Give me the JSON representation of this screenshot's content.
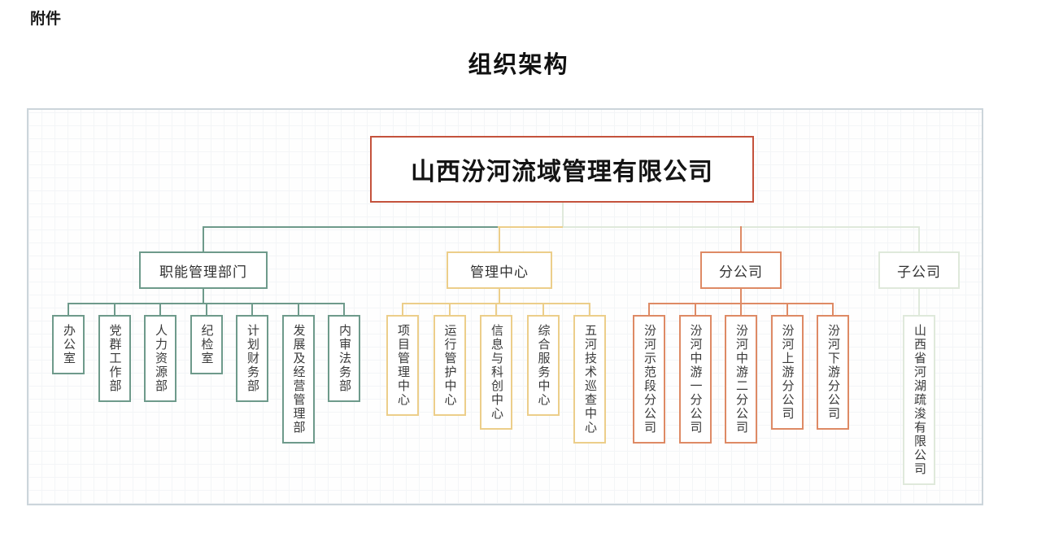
{
  "page": {
    "attachment_label": "附件",
    "title": "组织架构"
  },
  "colors": {
    "root_border": "#C4523C",
    "functional_green": "#6E9A8B",
    "center_yellow": "#ECCE8A",
    "branch_salmon": "#DE8A65",
    "subsidiary_pale_green": "#DFE9DB",
    "canvas_border": "#CCD5DB",
    "text": "#333333"
  },
  "org": {
    "root": {
      "label": "山西汾河流域管理有限公司",
      "color": "#C4523C"
    },
    "branches": [
      {
        "id": "functional-departments",
        "label": "职能管理部门",
        "color": "#6E9A8B",
        "children": [
          "办公室",
          "党群工作部",
          "人力资源部",
          "纪检室",
          "计划财务部",
          "发展及经营管理部",
          "内审法务部"
        ]
      },
      {
        "id": "management-centers",
        "label": "管理中心",
        "color": "#ECCE8A",
        "children": [
          "项目管理中心",
          "运行管护中心",
          "信息与科创中心",
          "综合服务中心",
          "五河技术巡查中心"
        ]
      },
      {
        "id": "branch-companies",
        "label": "分公司",
        "color": "#DE8A65",
        "children": [
          "汾河示范段分公司",
          "汾河中游一分公司",
          "汾河中游二分公司",
          "汾河上游分公司",
          "汾河下游分公司"
        ]
      },
      {
        "id": "subsidiary",
        "label": "子公司",
        "color": "#DFE9DB",
        "children": [
          "山西省河湖疏浚有限公司"
        ]
      }
    ]
  }
}
